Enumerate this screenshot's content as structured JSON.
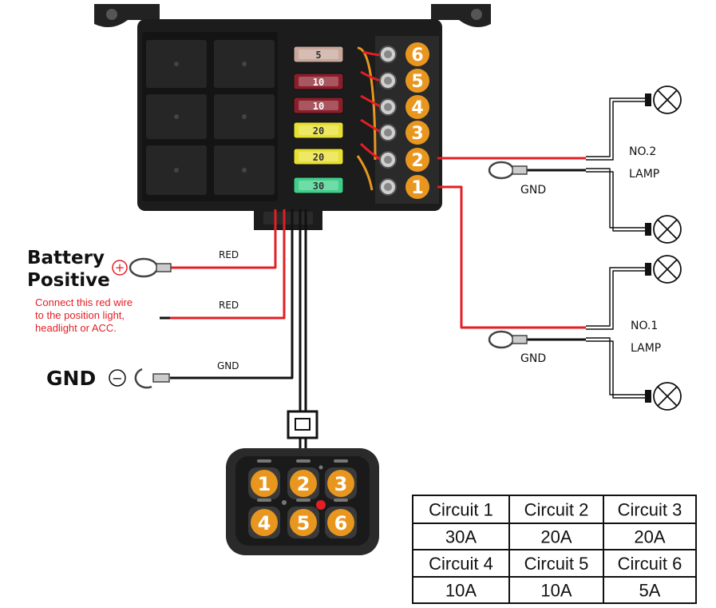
{
  "labels": {
    "battery_line1": "Battery",
    "battery_line2": "Positive",
    "battery_note_line1": "Connect this red wire",
    "battery_note_line2": "to the position light,",
    "battery_note_line3": "headlight or ACC.",
    "gnd_big": "GND",
    "red_wire_1": "RED",
    "red_wire_2": "RED",
    "gnd_wire": "GND",
    "lamp2_gnd": "GND",
    "lamp1_gnd": "GND",
    "lamp2_line1": "NO.2",
    "lamp2_line2": "LAMP",
    "lamp1_line1": "NO.1",
    "lamp1_line2": "LAMP",
    "plus_symbol": "+",
    "minus_symbol": "−"
  },
  "terminals": [
    "6",
    "5",
    "4",
    "3",
    "2",
    "1"
  ],
  "fuses": [
    {
      "text": "5",
      "color": "#c9a79a"
    },
    {
      "text": "10",
      "color": "#8b1e2a"
    },
    {
      "text": "10",
      "color": "#8b1e2a"
    },
    {
      "text": "20",
      "color": "#e8e030"
    },
    {
      "text": "20",
      "color": "#e8e030"
    },
    {
      "text": "30",
      "color": "#3fcf8a"
    }
  ],
  "keypad_buttons": [
    "1",
    "2",
    "3",
    "4",
    "5",
    "6"
  ],
  "circuit_table": {
    "rows": [
      [
        "Circuit 1",
        "Circuit 2",
        "Circuit 3"
      ],
      [
        "30A",
        "20A",
        "20A"
      ],
      [
        "Circuit 4",
        "Circuit 5",
        "Circuit 6"
      ],
      [
        "10A",
        "10A",
        "5A"
      ]
    ]
  },
  "colors": {
    "accent_orange": "#e8961e",
    "wire_red": "#e31e24",
    "box_black": "#1c1c1c",
    "note_red": "#e31e24"
  }
}
